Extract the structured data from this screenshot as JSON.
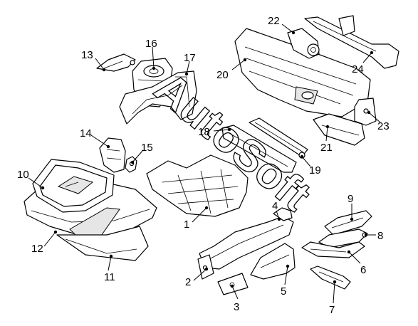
{
  "watermark": "AutoSoft",
  "callouts": {
    "c1": "1",
    "c2": "2",
    "c3": "3",
    "c4": "4",
    "c5": "5",
    "c6": "6",
    "c7": "7",
    "c8": "8",
    "c9": "9",
    "c10": "10",
    "c11": "11",
    "c12": "12",
    "c13": "13",
    "c14": "14",
    "c15": "15",
    "c16": "16",
    "c17": "17",
    "c18": "18",
    "c19": "19",
    "c20": "20",
    "c21": "21",
    "c22": "22",
    "c23": "23",
    "c24": "24"
  },
  "colors": {
    "line": "#000000",
    "background": "#ffffff"
  }
}
